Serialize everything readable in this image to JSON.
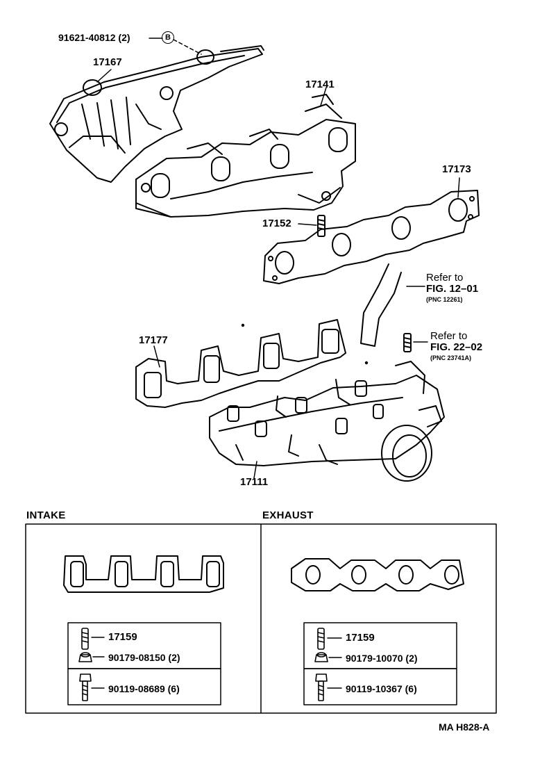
{
  "labels": {
    "bolt_part": "91621-40812 (2)",
    "bolt_marker": "B",
    "heat_insulator": "17167",
    "exhaust_manifold": "17141",
    "exhaust_gasket": "17173",
    "stud_bolt": "17152",
    "intake_gasket": "17177",
    "intake_manifold": "17111"
  },
  "references": [
    {
      "refer": "Refer to",
      "fig": "FIG. 12–01",
      "pnc": "(PNC 12261)"
    },
    {
      "refer": "Refer to",
      "fig": "FIG. 22–02",
      "pnc": "(PNC 23741A)"
    }
  ],
  "panels": {
    "intake": {
      "title": "INTAKE",
      "stud": "17159",
      "nut": "90179-08150 (2)",
      "bolt": "90119-08689 (6)"
    },
    "exhaust": {
      "title": "EXHAUST",
      "stud": "17159",
      "nut": "90179-10070 (2)",
      "bolt": "90119-10367 (6)"
    }
  },
  "footer_code": "MA  H828-A"
}
